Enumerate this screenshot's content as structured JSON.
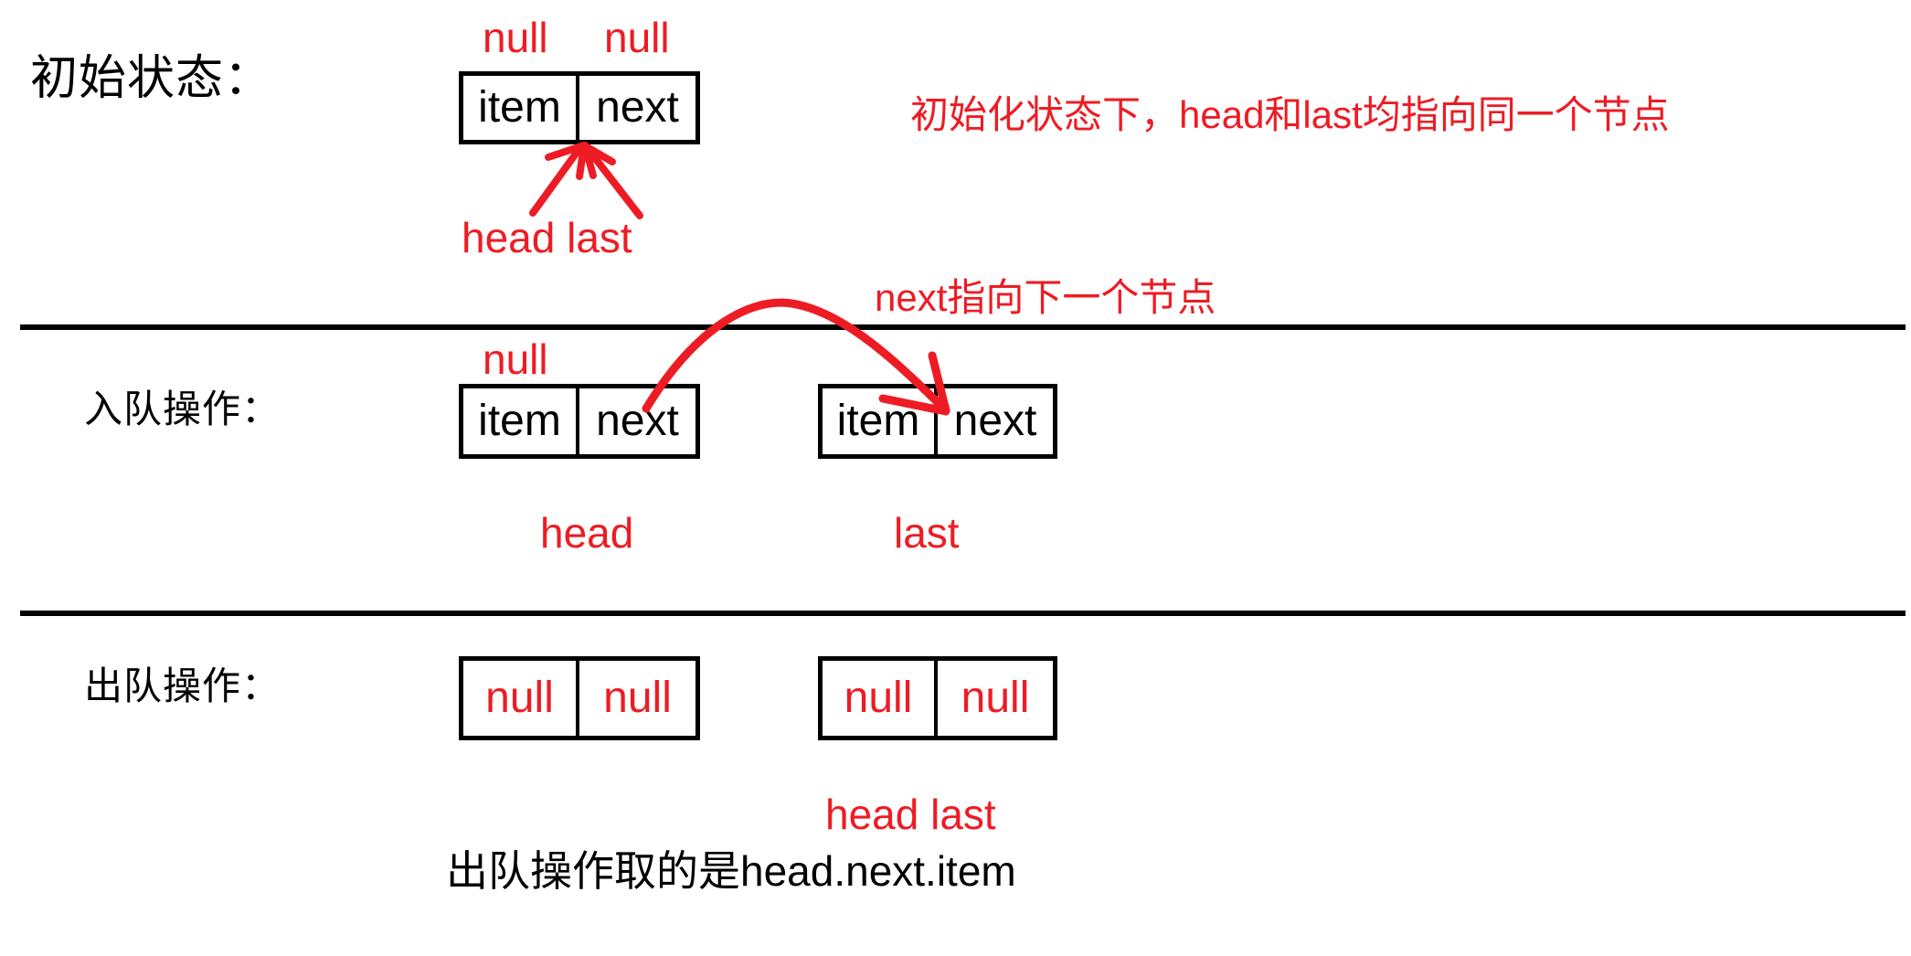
{
  "diagram": {
    "title_hidden": "LinkedBlockingQueue node diagram",
    "accent_red": "#ED1C24",
    "ink_black": "#000000",
    "background": "#FFFFFF"
  },
  "sections": {
    "initial": {
      "label": "初始状态：",
      "node": {
        "item_text": "item",
        "next_text": "next"
      },
      "null_above_item": "null",
      "null_above_next": "null",
      "pointers": "head last",
      "note": "初始化状态下，head和last均指向同一个节点"
    },
    "enqueue": {
      "label": "入队操作：",
      "node1": {
        "item_text": "item",
        "next_text": "next"
      },
      "node2": {
        "item_text": "item",
        "next_text": "next"
      },
      "null_above_node1": "null",
      "pointer_node1": "head",
      "pointer_node2": "last",
      "note": "next指向下一个节点"
    },
    "dequeue": {
      "label": "出队操作：",
      "node1": {
        "item_text": "null",
        "next_text": "null"
      },
      "node2": {
        "item_text": "null",
        "next_text": "null"
      },
      "pointers": "head last",
      "caption": "出队操作取的是head.next.item"
    }
  }
}
